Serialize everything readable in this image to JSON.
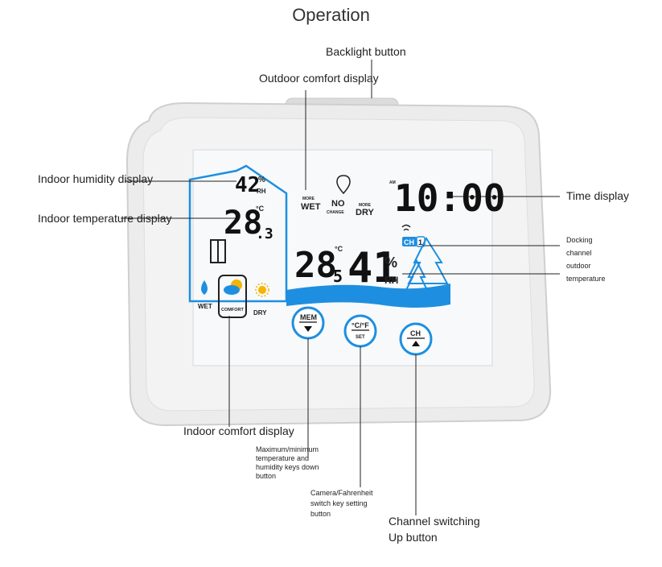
{
  "title": "Operation",
  "callouts": {
    "backlight": "Backlight button",
    "outdoor_comfort": "Outdoor comfort display",
    "indoor_humidity": "Indoor humidity display",
    "indoor_temperature": "Indoor temperature display",
    "time": "Time display",
    "docking_line1": "Docking",
    "docking_line2": "channel",
    "docking_line3": "outdoor",
    "docking_line4": "temperature",
    "indoor_comfort": "Indoor comfort display",
    "mem_line1": "Maximum/minimum",
    "mem_line2": "temperature and",
    "mem_line3": "humidity keys down",
    "mem_line4": "button",
    "cf_line1": "Camera/Fahrenheit",
    "cf_line2": "switch key setting",
    "cf_line3": "button",
    "ch_line1": "Channel switching",
    "ch_line2": "Up button"
  },
  "lcd": {
    "indoor_humidity": "42",
    "humidity_unit": "%",
    "rh": "RH",
    "indoor_temp": "28",
    "indoor_temp_decimal": ".3",
    "temp_unit": "°C",
    "more_wet_small": "MORE",
    "wet": "WET",
    "no": "NO",
    "change": "CHANGE",
    "more_dry_small": "MORE",
    "dry": "DRY",
    "am": "AM",
    "time": "10:00",
    "ch_badge": "CH",
    "ch_number": "1",
    "outdoor_temp": "28",
    "outdoor_temp_decimal": "5",
    "outdoor_temp_unit": "°C",
    "outdoor_humidity": "41",
    "outdoor_hum_unit": "%",
    "outdoor_rh": "RH",
    "comfort_wet": "WET",
    "comfort": "COMFORT",
    "comfort_dry": "DRY"
  },
  "buttons": {
    "mem": "MEM",
    "cf": "°C/°F",
    "set": "SET",
    "ch": "CH"
  },
  "colors": {
    "accent_blue": "#1e8fe0",
    "device_body": "#e9e9e9",
    "lcd_background": "#f7f9fb"
  }
}
